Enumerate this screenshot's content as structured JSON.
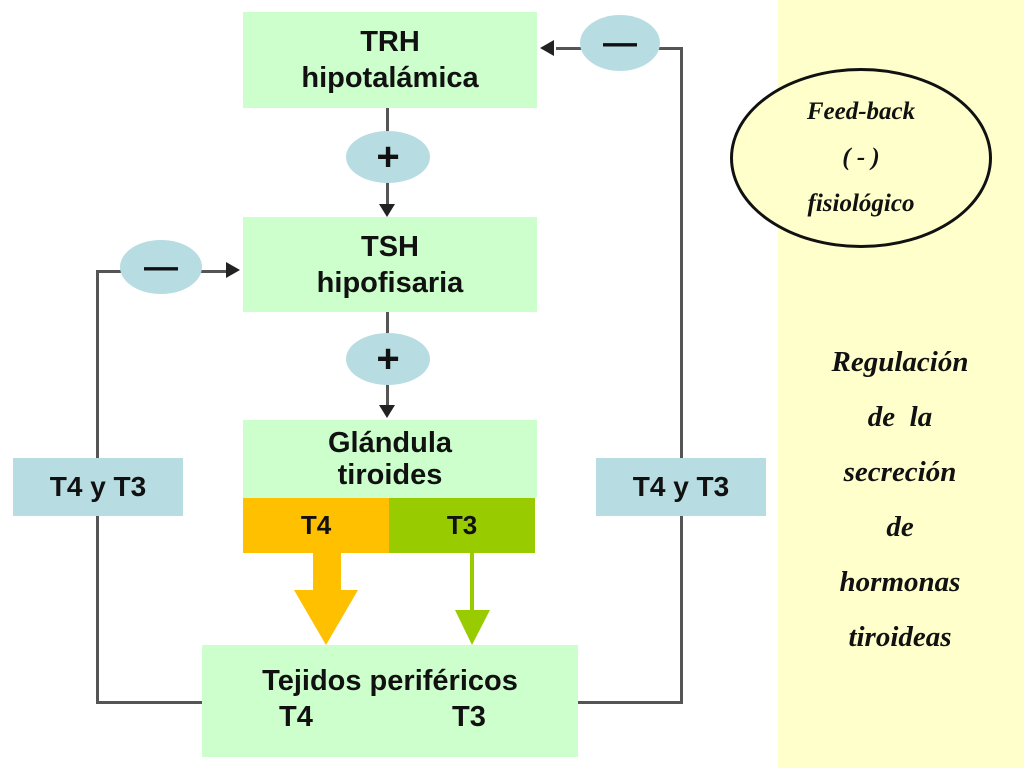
{
  "nodes": {
    "trh": {
      "line1": "TRH",
      "line2": "hipotalámica"
    },
    "tsh": {
      "line1": "TSH",
      "line2": "hipofisaria"
    },
    "gland": {
      "line1": "Glándula",
      "line2": "tiroides",
      "t4": "T4",
      "t3": "T3"
    },
    "tissue": {
      "line1": "Tejidos periféricos",
      "from": "T4",
      "to": "T3"
    }
  },
  "signs": {
    "plus": "+",
    "minus": "—"
  },
  "feedback_labels": {
    "left": "T4 y T3",
    "right": "T4 y T3"
  },
  "legend": {
    "line1": "Feed-back",
    "line2": "( - )",
    "line3": "fisiológico"
  },
  "title": {
    "lines": [
      "Regulación",
      "de  la",
      "secreción",
      "de",
      "hormonas",
      "tiroideas"
    ]
  },
  "colors": {
    "node": "#ccffcc",
    "label": "#b7dde3",
    "t4": "#ffc000",
    "t3": "#99cc00",
    "panel": "#ffffcc"
  }
}
